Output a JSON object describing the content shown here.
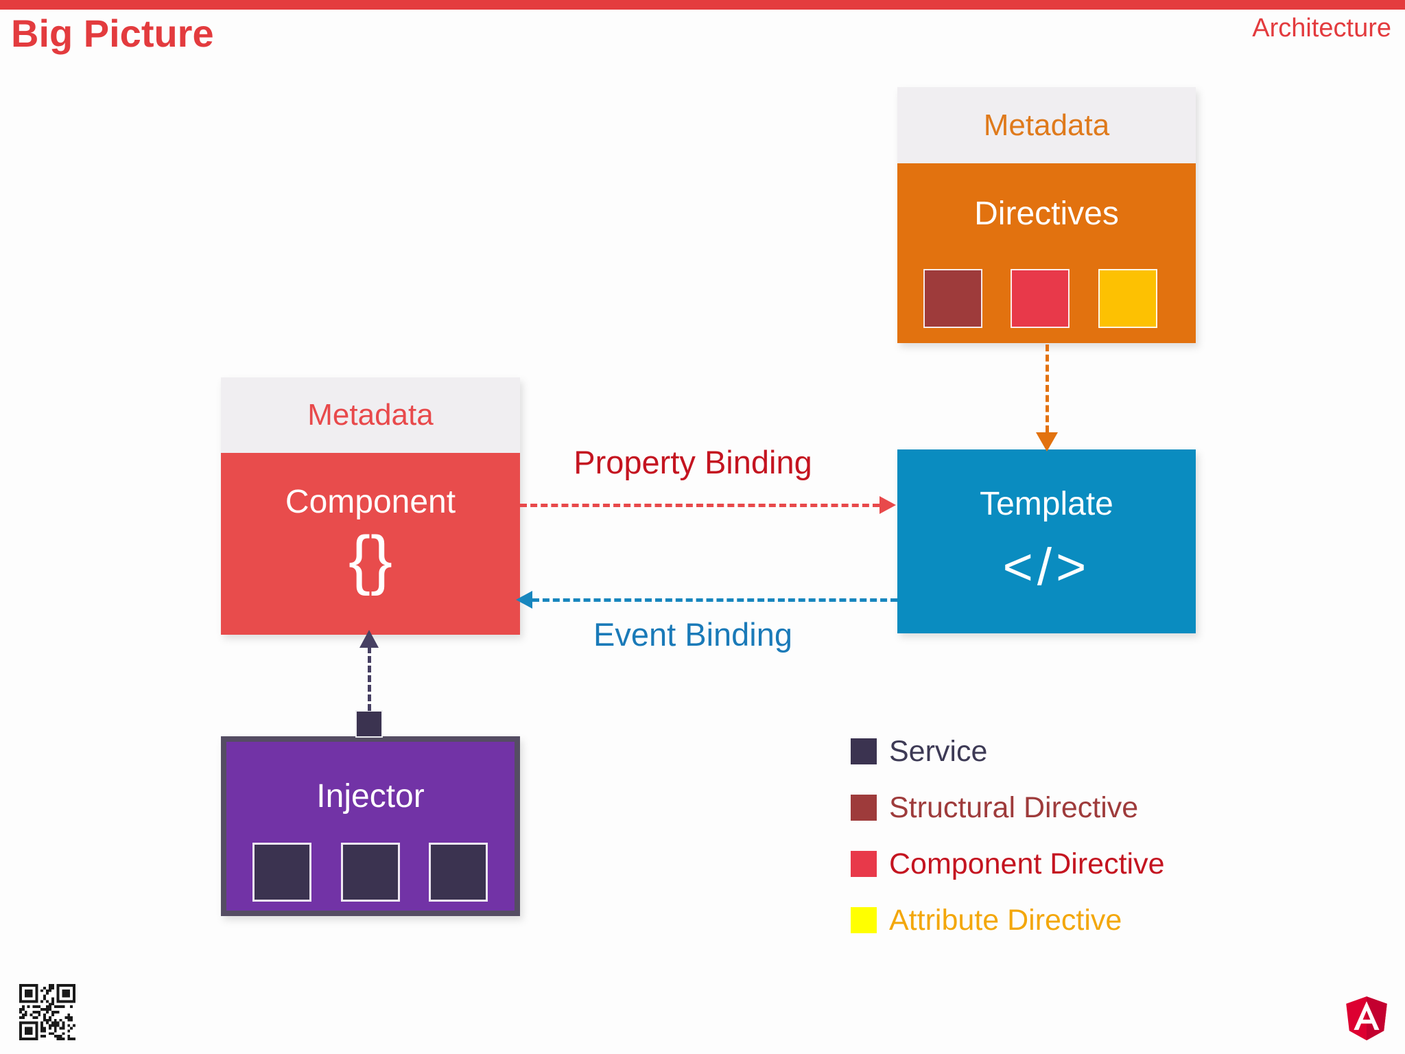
{
  "slide": {
    "title": "Big Picture",
    "corner_label": "Architecture",
    "accent_color": "#e43c3e"
  },
  "boxes": {
    "directives": {
      "header": "Metadata",
      "title": "Directives",
      "body_color": "#e2720f",
      "header_bg": "#f0eef1",
      "squares": [
        {
          "name": "structural-directive",
          "color": "#9e3b3b"
        },
        {
          "name": "component-directive",
          "color": "#e8394a"
        },
        {
          "name": "attribute-directive",
          "color": "#fdc102"
        }
      ]
    },
    "component": {
      "header": "Metadata",
      "title": "Component",
      "symbol": "{}",
      "body_color": "#e84c4c",
      "header_bg": "#f0eef1"
    },
    "template": {
      "title": "Template",
      "symbol": "</>",
      "body_color": "#0a8cc0"
    },
    "injector": {
      "title": "Injector",
      "body_color": "#7233a6",
      "border_color": "#554d63",
      "service_square_color": "#3b3350",
      "service_squares_count": 3
    }
  },
  "bindings": {
    "property": {
      "label": "Property Binding",
      "arrow_color": "#e8494b",
      "label_color": "#c41420",
      "from": "Component",
      "to": "Template"
    },
    "event": {
      "label": "Event Binding",
      "arrow_color": "#1786be",
      "label_color": "#1a7ab8",
      "from": "Template",
      "to": "Component"
    },
    "directives_to_template": {
      "arrow_color": "#e2720f"
    },
    "injector_to_component": {
      "arrow_color": "#474063"
    }
  },
  "legend": {
    "items": [
      {
        "label": "Service",
        "swatch_color": "#3b3350",
        "text_color": "#3d3a55"
      },
      {
        "label": "Structural Directive",
        "swatch_color": "#9e3b3b",
        "text_color": "#9e3b3b"
      },
      {
        "label": "Component Directive",
        "swatch_color": "#e8394a",
        "text_color": "#c41420"
      },
      {
        "label": "Attribute Directive",
        "swatch_color": "#ffff00",
        "text_color": "#f3a70b"
      }
    ]
  }
}
